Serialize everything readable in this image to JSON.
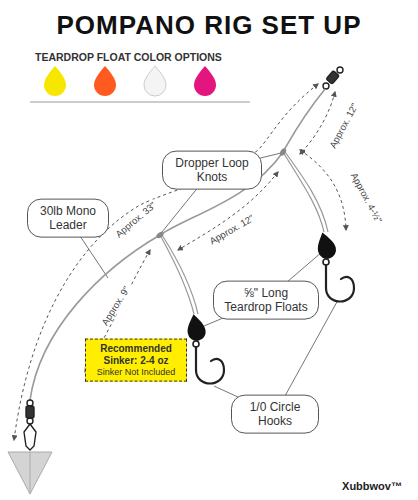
{
  "diagram": {
    "title": "POMPANO RIG SET UP",
    "nodes": [
      {
        "text": [
          "Dropper Loop Knots"
        ]
      },
      {
        "text": [
          "30lb Mono Leader"
        ]
      },
      {
        "text": [
          "⅝\" Long Teardrop Floats"
        ]
      },
      {
        "text": [
          "Recommended Sinker: 2-4 oz",
          "Sinker Not Included"
        ]
      },
      {
        "text": [
          "1/0 Circle Hooks"
        ]
      }
    ],
    "labels": [
      "TEARDROP FLOAT COLOR OPTIONS",
      "Approx. 12\"",
      "Approx. 33\"",
      "Approx. 12\"",
      "Approx. 4-½\"",
      "Approx. 9\"",
      "Xubbwov™"
    ]
  }
}
